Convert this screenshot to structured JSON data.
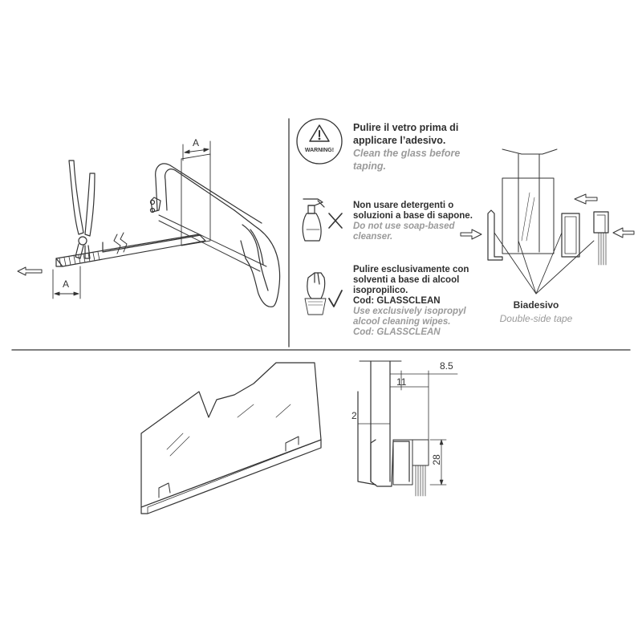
{
  "warning": {
    "badge": "WARNING!",
    "it_line1": "Pulire il vetro prima di",
    "it_line2": "applicare l’adesivo.",
    "en_line1": "Clean the glass before",
    "en_line2": "taping."
  },
  "no_soap": {
    "it_line1": "Non usare detergenti o",
    "it_line2": "soluzioni a base di sapone.",
    "en_line1": "Do not use soap-based",
    "en_line2": "cleanser."
  },
  "alcohol": {
    "it_line1": "Pulire esclusivamente con",
    "it_line2": "solventi a base di alcool",
    "it_line3": "isopropilico.",
    "it_code": "Cod: GLASSCLEAN",
    "en_line1": "Use exclusively isopropyl",
    "en_line2": "alcool cleaning wipes.",
    "en_code": "Cod: GLASSCLEAN"
  },
  "tape": {
    "it": "Biadesivo",
    "en": "Double-side tape"
  },
  "dimensions": {
    "a_top": "A",
    "a_bottom": "A",
    "d_85": "8.5",
    "d_11": "11",
    "d_2": "2",
    "d_28": "28"
  },
  "colors": {
    "line": "#333333",
    "grey_text": "#9a9a9a"
  }
}
